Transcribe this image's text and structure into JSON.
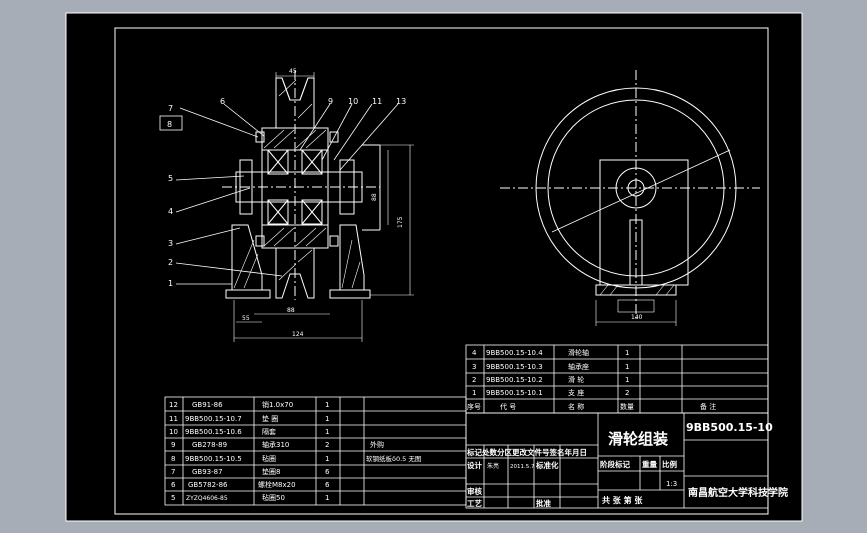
{
  "colors": {
    "background": "#a7adb6",
    "paper": "#000000",
    "line": "#ffffff",
    "leader": "#ffffff"
  },
  "front_view": {
    "balloons": [
      "7",
      "8",
      "6",
      "9",
      "10",
      "11",
      "13",
      "5",
      "4",
      "3",
      "2",
      "1"
    ],
    "dimensions": {
      "top": "45",
      "bottom_inner": "88",
      "bottom_mid": "55",
      "bottom_overall": "124",
      "right_inner": "88",
      "right_overall": "175"
    }
  },
  "side_view": {
    "dimension_bottom": "140"
  },
  "upper_parts_table": {
    "rows": [
      {
        "no": "4",
        "code": "9BB500.15-10.4",
        "name": "滑轮轴",
        "qty": "1",
        "material": "",
        "note": ""
      },
      {
        "no": "3",
        "code": "9BB500.15-10.3",
        "name": "轴承座",
        "qty": "1",
        "material": "",
        "note": ""
      },
      {
        "no": "2",
        "code": "9BB500.15-10.2",
        "name": "滑    轮",
        "qty": "1",
        "material": "",
        "note": ""
      },
      {
        "no": "1",
        "code": "9BB500.15-10.1",
        "name": "支    座",
        "qty": "2",
        "material": "",
        "note": ""
      }
    ],
    "header": {
      "no": "序号",
      "code": "代    号",
      "name": "名    称",
      "qty": "数量",
      "material": "",
      "note": "备    注"
    }
  },
  "lower_parts_table": {
    "rows": [
      {
        "no": "12",
        "code": "GB91-86",
        "name": "销1.0x70",
        "qty": "1",
        "note": ""
      },
      {
        "no": "11",
        "code": "9BB500.15-10.7",
        "name": "垫  圈",
        "qty": "1",
        "note": ""
      },
      {
        "no": "10",
        "code": "9BB500.15-10.6",
        "name": "隔套",
        "qty": "1",
        "note": ""
      },
      {
        "no": "9",
        "code": "GB278-89",
        "name": "轴承310",
        "qty": "2",
        "note": "外购"
      },
      {
        "no": "8",
        "code": "9BB500.15-10.5",
        "name": "毡圈",
        "qty": "1",
        "note": "软钢纸板δ0.5 无图"
      },
      {
        "no": "7",
        "code": "GB93-87",
        "name": "垫圈8",
        "qty": "6",
        "note": ""
      },
      {
        "no": "6",
        "code": "GB5782-86",
        "name": "螺栓M8x20",
        "qty": "6",
        "note": ""
      },
      {
        "no": "5",
        "code": "ZYZQ4606-85",
        "name": "毡圈50",
        "qty": "1",
        "note": ""
      }
    ]
  },
  "title_block": {
    "drawing_title": "滑轮组装",
    "drawing_number": "9BB500.15-10",
    "school": "南昌航空大学科技学院",
    "revision_row": "标记处数分区更改文件号签名年月日",
    "designer_row": "设计",
    "designer_name": "朱亮",
    "design_date": "2011.5.7",
    "standardize": "标准化",
    "stage_label": "阶段标记",
    "weight_label": "重量",
    "scale_label": "比例",
    "scale_value": "1:3",
    "review": "审核",
    "process": "工艺",
    "approve": "批准",
    "sheet_info": "共    张  第    张"
  }
}
